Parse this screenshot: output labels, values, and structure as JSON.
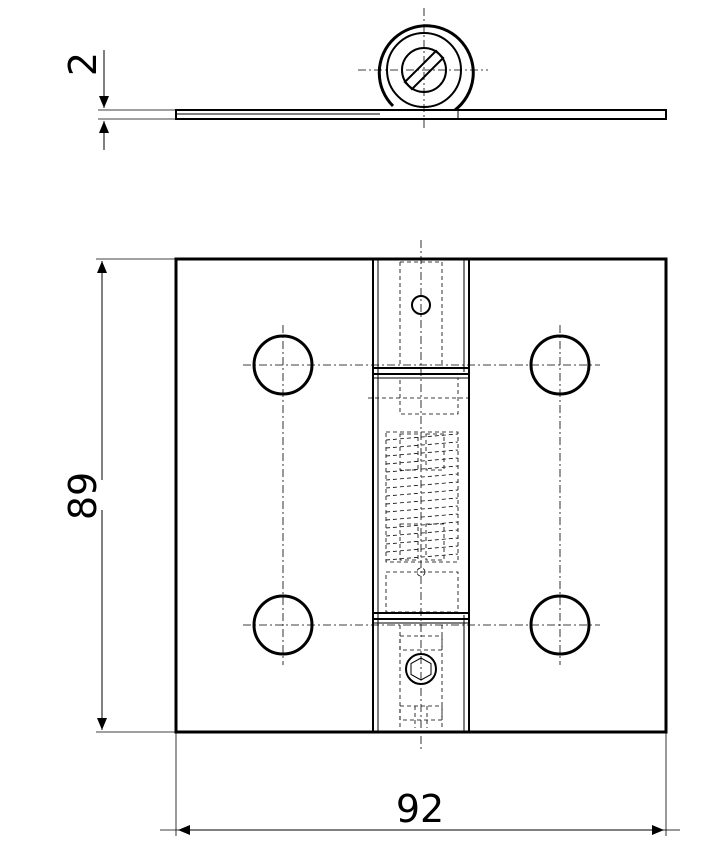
{
  "dimensions": {
    "thickness": "2",
    "height": "89",
    "width": "92"
  }
}
